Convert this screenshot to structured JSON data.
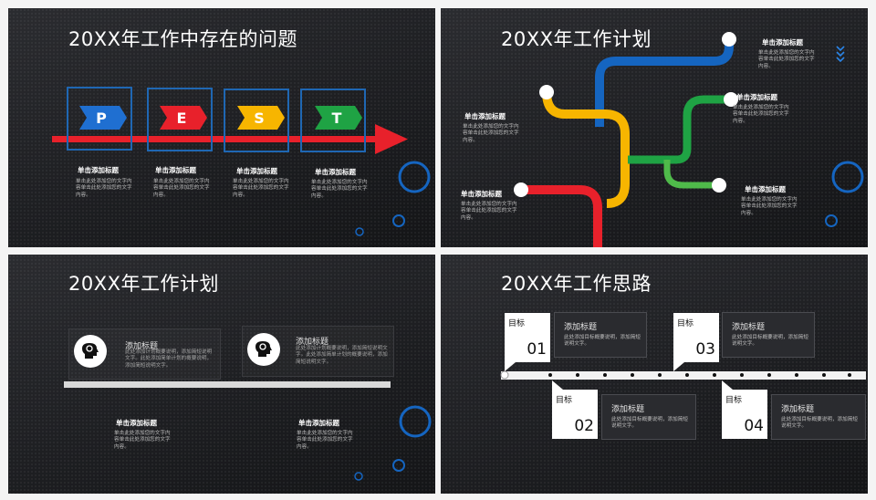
{
  "slide1": {
    "title": "20XX年工作中存在的问题",
    "letters": [
      "P",
      "E",
      "S",
      "T"
    ],
    "colors": [
      "#1f6fd1",
      "#e8212b",
      "#f7b500",
      "#1fa344"
    ],
    "items": [
      {
        "heading": "单击添加标题",
        "text": "单击此处添加您的文字内容单击此处添加您的文字内容。"
      },
      {
        "heading": "单击添加标题",
        "text": "单击此处添加您的文字内容单击此处添加您的文字内容。"
      },
      {
        "heading": "单击添加标题",
        "text": "单击此处添加您的文字内容单击此处添加您的文字内容。"
      },
      {
        "heading": "单击添加标题",
        "text": "单击此处添加您的文字内容单击此处添加您的文字内容。"
      }
    ]
  },
  "slide2": {
    "title": "20XX年工作计划",
    "items": [
      {
        "heading": "单击添加标题",
        "text": "单击此处添加您的文字内容单击此处添加您的文字内容。"
      },
      {
        "heading": "单击添加标题",
        "text": "单击此处添加您的文字内容单击此处添加您的文字内容。"
      },
      {
        "heading": "单击添加标题",
        "text": "单击此处添加您的文字内容单击此处添加您的文字内容。"
      },
      {
        "heading": "单击添加标题",
        "text": "单击此处添加您的文字内容单击此处添加您的文字内容。"
      },
      {
        "heading": "单击添加标题",
        "text": "单击此处添加您的文字内容单击此处添加您的文字内容。"
      }
    ]
  },
  "slide3": {
    "title": "20XX年工作计划",
    "cards": [
      {
        "title": "添加标题",
        "text": "此处添加计划概要说明，添加简短说明文字。此处添加简单计划的概要说明，添加简短说明文字。"
      },
      {
        "title": "添加标题",
        "text": "此处添加计划概要说明，添加简短说明文字。此处添加简单计划的概要说明，添加简短说明文字。"
      }
    ],
    "items": [
      {
        "heading": "单击添加标题",
        "text": "单击此处添加您的文字内容单击此处添加您的文字内容。"
      },
      {
        "heading": "单击添加标题",
        "text": "单击此处添加您的文字内容单击此处添加您的文字内容。"
      }
    ]
  },
  "slide4": {
    "title": "20XX年工作思路",
    "goals": [
      {
        "label": "目标",
        "num": "01",
        "title": "添加标题",
        "text": "此处添加目标概要说明，添加简短说明文字。"
      },
      {
        "label": "目标",
        "num": "03",
        "title": "添加标题",
        "text": "此处添加目标概要说明，添加简短说明文字。"
      },
      {
        "label": "目标",
        "num": "02",
        "title": "添加标题",
        "text": "此处添加目标概要说明，添加简短说明文字。"
      },
      {
        "label": "目标",
        "num": "04",
        "title": "添加标题",
        "text": "此处添加目标概要说明，添加简短说明文字。"
      }
    ]
  }
}
